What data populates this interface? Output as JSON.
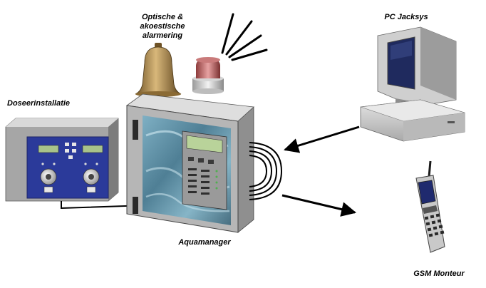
{
  "labels": {
    "alarm_line1": "Optische &",
    "alarm_line2": "akoestische",
    "alarm_line3": "alarmering",
    "pc": "PC Jacksys",
    "dosing": "Doseerinstallatie",
    "aquamanager": "Aquamanager",
    "gsm": "GSM Monteur"
  },
  "colors": {
    "line": "#000000",
    "dosing_panel": "#2b3a9a",
    "cabinet_glass": "#5f8fa6",
    "beacon": "#c66a6a",
    "bell": "#b8955a",
    "monitor_screen": "#1f2a5e"
  },
  "icons": [
    "bell-icon",
    "alarm-beacon-icon",
    "pc-computer-icon",
    "dosing-unit-icon",
    "control-cabinet-icon",
    "mobile-phone-icon"
  ]
}
